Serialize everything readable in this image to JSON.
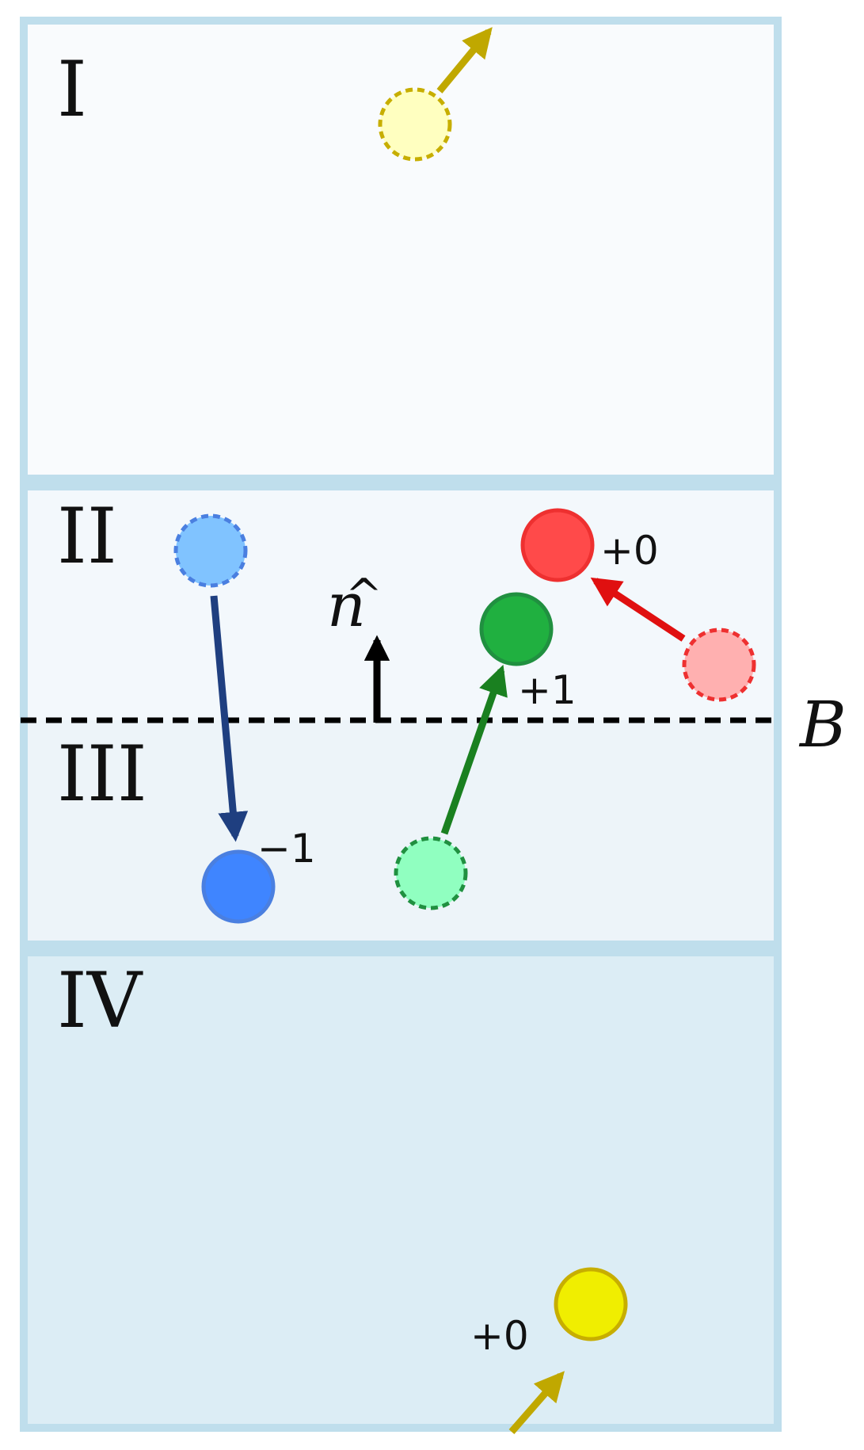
{
  "colors": {
    "border": "#bfdeec",
    "region_I": "#f9fbfd",
    "region_II": "#f3f8fc",
    "region_III": "#edf4f9",
    "region_IV": "#dcedf5",
    "boundary": "#000000",
    "yellow_ghost_fill": "#ffffc0",
    "yellow_fill": "#f0ee00",
    "yellow_stroke": "#c7ae00",
    "yellow_arrow": "#c0a800",
    "blue_ghost_fill": "#80c3ff",
    "blue_fill": "#3f85ff",
    "blue_stroke": "#4a7fe0",
    "blue_arrow": "#1f3f80",
    "green_ghost_fill": "#90ffc0",
    "green_fill": "#20b040",
    "green_stroke": "#209040",
    "green_arrow": "#1a8020",
    "red_ghost_fill": "#ffb0b0",
    "red_fill": "#ff4a4a",
    "red_stroke": "#ee3030",
    "red_arrow": "#e01010",
    "normal_arrow": "#000000"
  },
  "regions": {
    "I": "I",
    "II": "II",
    "III": "III",
    "IV": "IV"
  },
  "boundary": {
    "label": "B",
    "normal_symbol": "n",
    "normal_hat": "^"
  },
  "particles": {
    "blue": {
      "charge_label": "−1"
    },
    "green": {
      "charge_label": "+1"
    },
    "red": {
      "charge_label": "+0"
    },
    "yellow": {
      "charge_label": "+0"
    }
  }
}
